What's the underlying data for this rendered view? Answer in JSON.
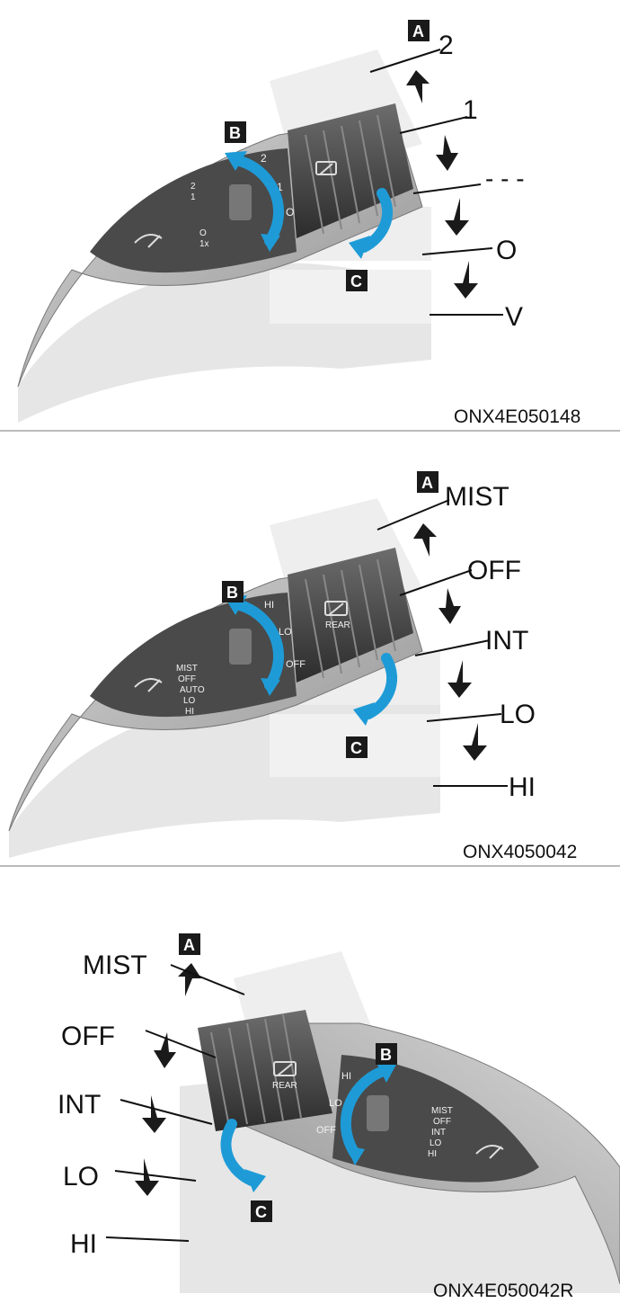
{
  "panels": [
    {
      "code": "ONX4E050148",
      "box_a": "A",
      "box_b": "B",
      "box_c": "C",
      "positions": [
        "2",
        "1",
        "- - -",
        "O",
        "V"
      ],
      "dial_marks": [
        "2",
        "1",
        "O"
      ],
      "stalk_marks": [
        "2",
        "1",
        "O",
        "1x"
      ]
    },
    {
      "code": "ONX4050042",
      "box_a": "A",
      "box_b": "B",
      "box_c": "C",
      "positions": [
        "MIST",
        "OFF",
        "INT",
        "LO",
        "HI"
      ],
      "dial_marks": [
        "HI",
        "LO",
        "OFF"
      ],
      "ring_label": "REAR",
      "stalk_marks": [
        "MIST",
        "OFF",
        "AUTO",
        "LO",
        "HI"
      ]
    },
    {
      "code": "ONX4E050042R",
      "box_a": "A",
      "box_b": "B",
      "box_c": "C",
      "positions": [
        "MIST",
        "OFF",
        "INT",
        "LO",
        "HI"
      ],
      "dial_marks": [
        "HI",
        "LO",
        "OFF"
      ],
      "ring_label": "REAR",
      "stalk_marks": [
        "MIST",
        "OFF",
        "INT",
        "LO",
        "HI"
      ]
    }
  ],
  "colors": {
    "accent_arrow": "#1e9bd7",
    "dark_arrow": "#1a1a1a",
    "stalk": "#9a9a9a"
  },
  "icons": [
    "wiper-icon",
    "washer-icon",
    "rear-wiper-icon"
  ]
}
